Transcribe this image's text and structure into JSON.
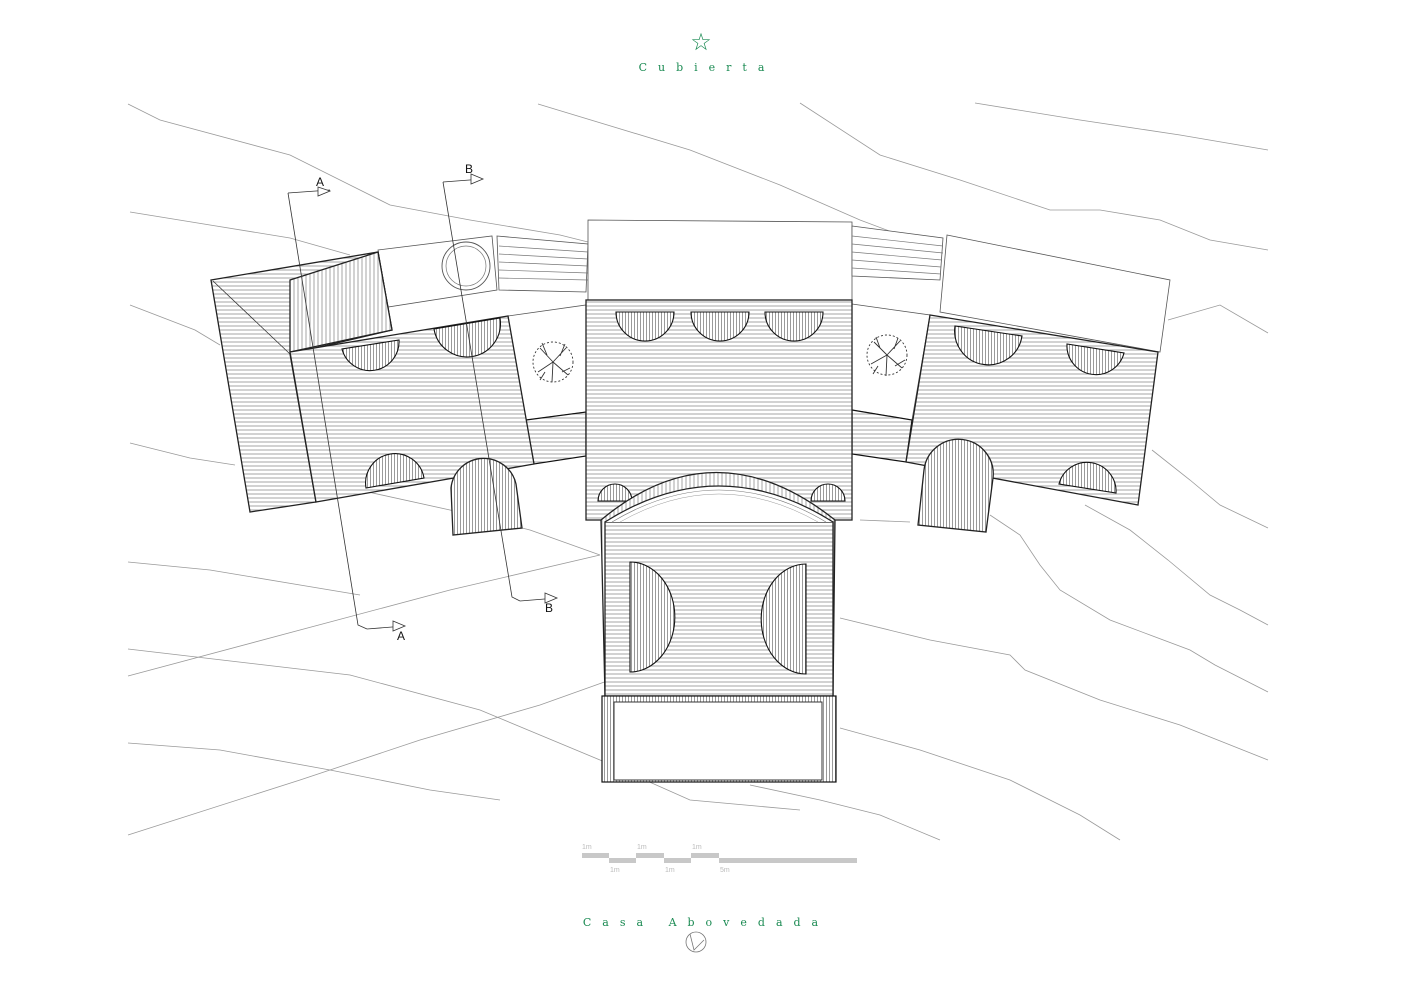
{
  "drawing": {
    "title": "Cubierta",
    "project": "Casa Abovedada",
    "icons": {
      "star": "star-icon",
      "north": "north-arrow-icon"
    },
    "accent_color": "#1a8a52"
  },
  "sections": {
    "a_top": "A",
    "a_bottom": "A",
    "b_top": "B",
    "b_bottom": "B"
  },
  "scale_bar": {
    "top_1": "1m",
    "top_2": "1m",
    "top_3": "1m",
    "bottom_1": "1m",
    "bottom_2": "1m",
    "bottom_3": "5m"
  }
}
